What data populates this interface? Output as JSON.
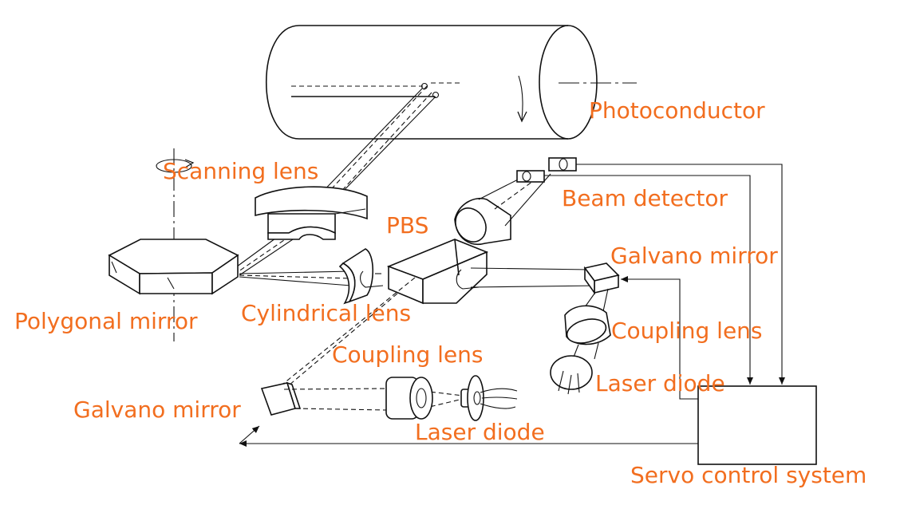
{
  "labels": {
    "photoconductor": "Photoconductor",
    "scanning_lens": "Scanning lens",
    "beam_detector": "Beam detector",
    "pbs": "PBS",
    "galvano_mirror_right": "Galvano mirror",
    "polygonal_mirror": "Polygonal mirror",
    "cylindrical_lens": "Cylindrical lens",
    "coupling_lens_right": "Coupling lens",
    "coupling_lens_left": "Coupling lens",
    "laser_diode_right": "Laser diode",
    "galvano_mirror_left": "Galvano mirror",
    "laser_diode_left": "Laser diode",
    "servo_control_system": "Servo control system"
  },
  "colors": {
    "label": "#f26e1f",
    "line": "#111111",
    "background": "#ffffff"
  }
}
